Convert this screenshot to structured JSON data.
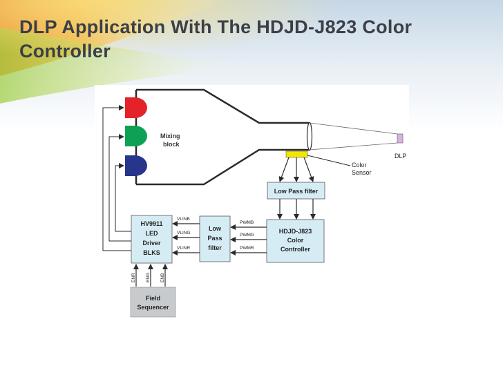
{
  "slide": {
    "title": "DLP Application With The HDJD-J823 Color Controller"
  },
  "colors": {
    "box_fill": "#d6ecf4",
    "sequencer_fill": "#c8cbce",
    "line": "#2a2a2a",
    "red_led": "#e32229",
    "green_led": "#0da153",
    "blue_led": "#27358c",
    "sensor": "#f3e600",
    "dlp_target": "#d7b4dd"
  },
  "diagram": {
    "mixing_block": [
      "Mixing",
      "block"
    ],
    "dlp": "DLP",
    "color_sensor": [
      "Color",
      "Sensor"
    ],
    "lpf_top": "Low Pass filter",
    "controller": [
      "HDJD-J823",
      "Color",
      "Controller"
    ],
    "lpf_mid": [
      "Low",
      "Pass",
      "filter"
    ],
    "driver": [
      "HV9911",
      "LED",
      "Driver",
      "BLKS"
    ],
    "field_sequencer": [
      "Field",
      "Sequencer"
    ],
    "signals_vlin": [
      "VLINB",
      "VLING",
      "VLINR"
    ],
    "signals_pwm": [
      "PWMB",
      "PWMG",
      "PWMR"
    ],
    "enables": [
      "ENR",
      "ENG",
      "ENB"
    ]
  }
}
